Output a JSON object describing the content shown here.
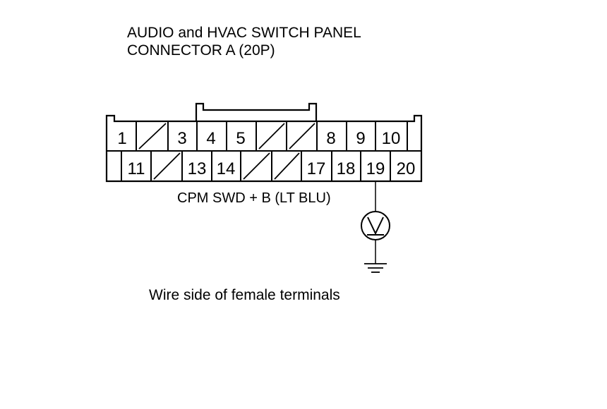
{
  "title_line1": "AUDIO and HVAC SWITCH PANEL",
  "title_line2": "CONNECTOR A (20P)",
  "wire_label": "CPM SWD + B (LT BLU)",
  "caption": "Wire side of female terminals",
  "connector": {
    "top_row": [
      "1",
      "",
      "3",
      "4",
      "5",
      "",
      "",
      "8",
      "9",
      "10"
    ],
    "bottom_row": [
      "",
      "11",
      "",
      "13",
      "14",
      "",
      "",
      "17",
      "18",
      "19",
      "20"
    ]
  },
  "probe_terminal": "19",
  "meter_symbol": "V",
  "colors": {
    "line": "#000000",
    "background": "#ffffff"
  }
}
